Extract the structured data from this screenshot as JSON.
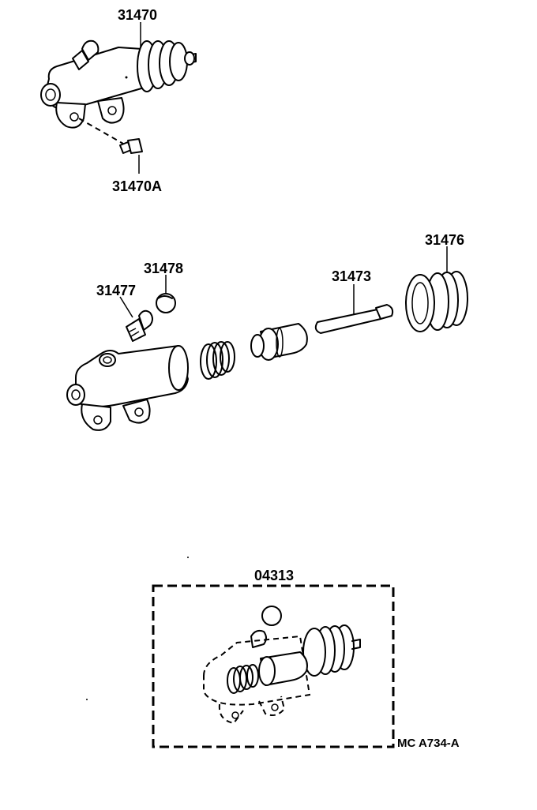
{
  "parts": {
    "assembly": "31470",
    "bleeder_bolt": "31470A",
    "boot": "31476",
    "bleeder_plug": "31477",
    "bleeder_cap": "31478",
    "push_rod": "31473",
    "repair_kit": "04313"
  },
  "diagram_code": "MC A734-A"
}
